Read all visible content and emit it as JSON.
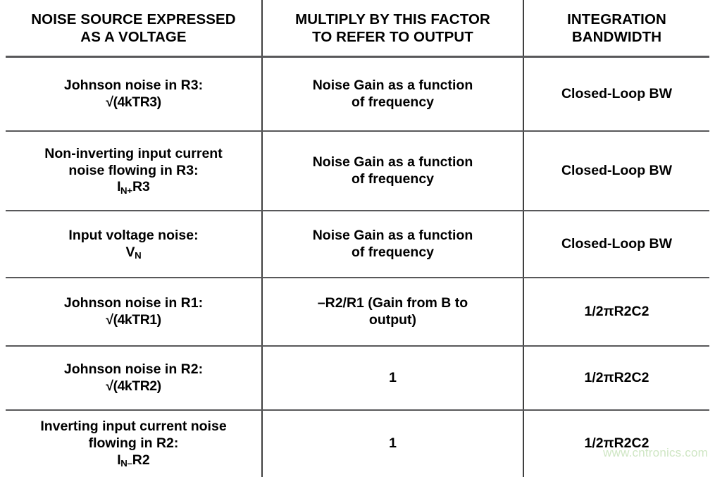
{
  "table": {
    "columns": [
      {
        "id": "noise-source",
        "lines": [
          "NOISE SOURCE EXPRESSED",
          "AS A VOLTAGE"
        ]
      },
      {
        "id": "multiply-factor",
        "lines": [
          "MULTIPLY BY THIS FACTOR",
          "TO REFER TO OUTPUT"
        ]
      },
      {
        "id": "integration-bandwidth",
        "lines": [
          "INTEGRATION",
          "BANDWIDTH"
        ]
      }
    ],
    "rows": [
      {
        "source_line1": "Johnson noise in R3:",
        "source_sym_pre": "√(4kTR3)",
        "source_sym_sub": "",
        "source_sym_post": "",
        "factor_line1": "Noise Gain as a function",
        "factor_line2": "of frequency",
        "bandwidth": "Closed-Loop BW"
      },
      {
        "source_line1": "Non-inverting input current",
        "source_line2": "noise flowing in R3:",
        "source_sym_pre": "I",
        "source_sym_sub": "N+",
        "source_sym_post": "R3",
        "factor_line1": "Noise Gain as a function",
        "factor_line2": "of frequency",
        "bandwidth": "Closed-Loop BW"
      },
      {
        "source_line1": "Input voltage noise:",
        "source_sym_pre": "V",
        "source_sym_sub": "N",
        "source_sym_post": "",
        "factor_line1": "Noise Gain as a function",
        "factor_line2": "of frequency",
        "bandwidth": "Closed-Loop BW"
      },
      {
        "source_line1": "Johnson noise in R1:",
        "source_sym_pre": "√(4kTR1)",
        "source_sym_sub": "",
        "source_sym_post": "",
        "factor_line1": "–R2/R1 (Gain from B to",
        "factor_line2": "output)",
        "bandwidth": "1/2πR2C2"
      },
      {
        "source_line1": "Johnson noise in R2:",
        "source_sym_pre": "√(4kTR2)",
        "source_sym_sub": "",
        "source_sym_post": "",
        "factor_line1": "1",
        "factor_line2": "",
        "bandwidth": "1/2πR2C2"
      },
      {
        "source_line1": "Inverting input current noise",
        "source_line2": "flowing in R2:",
        "source_sym_pre": "I",
        "source_sym_sub": "N–",
        "source_sym_post": "R2",
        "factor_line1": "1",
        "factor_line2": "",
        "bandwidth": "1/2πR2C2"
      }
    ]
  },
  "watermark": {
    "text": "www.cntronics.com",
    "color": "#cfe6c4"
  },
  "style": {
    "rule_color": "#58585a",
    "divider_color": "#404040",
    "text_color": "#000000",
    "background": "#ffffff"
  }
}
